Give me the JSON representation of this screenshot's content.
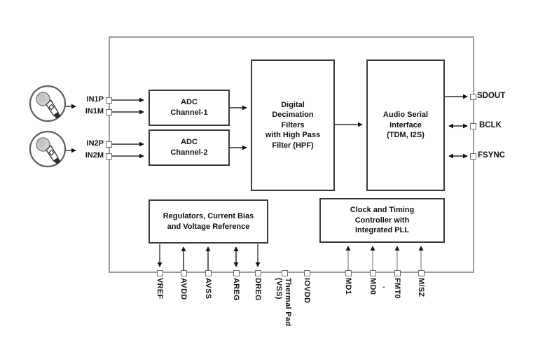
{
  "diagram_title": "Audio ADC functional block diagram",
  "colors": {
    "background": "#ffffff",
    "outer_border": "#9c9c9c",
    "block_border": "#3a3a3a",
    "text": "#111111",
    "wire": "#2b2b2b",
    "clock_wire": "#9a9a9a",
    "pin_border": "#6b6b6b"
  },
  "blocks": {
    "adc1": "ADC\nChannel-1",
    "adc2": "ADC\nChannel-2",
    "decimation": "Digital\nDecimation\nFilters\nwith High Pass\nFilter (HPF)",
    "audio_serial": "Audio Serial\nInterface\n(TDM, I2S)",
    "regulators": "Regulators, Current Bias\nand  Voltage Reference",
    "clock": "Clock and Timing\nController with\nIntegrated PLL"
  },
  "pins": {
    "left": [
      "IN1P",
      "IN1M",
      "IN2P",
      "IN2M"
    ],
    "right": [
      "SDOUT",
      "BCLK",
      "FSYNC"
    ],
    "bottom": [
      "VREF",
      "AVDD",
      "AVSS",
      "AREG",
      "DREG",
      "Thermal Pad\n(VSS)",
      "IOVDD",
      "MD1",
      "MD0",
      "FMT0",
      "M/SZ"
    ]
  },
  "icons": {
    "mic1": "microphone-icon",
    "mic2": "microphone-icon"
  },
  "stray_mark": "-"
}
